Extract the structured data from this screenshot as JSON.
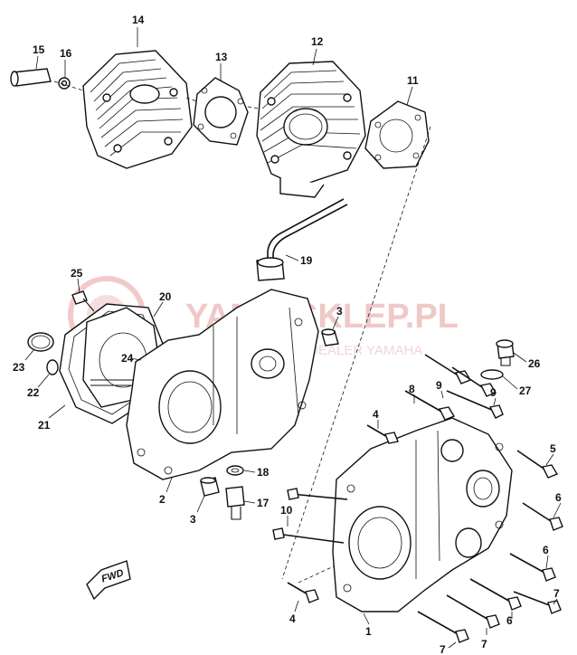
{
  "diagram": {
    "watermark": {
      "title": "YAMA-SKLEP.PL",
      "subtitle": "AUTORYZOWANY DEALER YAMAHA"
    },
    "direction_label": "FWD",
    "callouts": [
      {
        "id": "c14",
        "label": "14"
      },
      {
        "id": "c15",
        "label": "15"
      },
      {
        "id": "c16",
        "label": "16"
      },
      {
        "id": "c13",
        "label": "13"
      },
      {
        "id": "c12",
        "label": "12"
      },
      {
        "id": "c11",
        "label": "11"
      },
      {
        "id": "c19",
        "label": "19"
      },
      {
        "id": "c25",
        "label": "25"
      },
      {
        "id": "c20",
        "label": "20"
      },
      {
        "id": "c3a",
        "label": "3"
      },
      {
        "id": "c23",
        "label": "23"
      },
      {
        "id": "c24",
        "label": "24"
      },
      {
        "id": "c22",
        "label": "22"
      },
      {
        "id": "c21",
        "label": "21"
      },
      {
        "id": "c26",
        "label": "26"
      },
      {
        "id": "c27",
        "label": "27"
      },
      {
        "id": "c9a",
        "label": "9"
      },
      {
        "id": "c9b",
        "label": "9"
      },
      {
        "id": "c8",
        "label": "8"
      },
      {
        "id": "c4a",
        "label": "4"
      },
      {
        "id": "c2",
        "label": "2"
      },
      {
        "id": "c18",
        "label": "18"
      },
      {
        "id": "c3b",
        "label": "3"
      },
      {
        "id": "c17",
        "label": "17"
      },
      {
        "id": "c5",
        "label": "5"
      },
      {
        "id": "c10",
        "label": "10"
      },
      {
        "id": "c6a",
        "label": "6"
      },
      {
        "id": "c6b",
        "label": "6"
      },
      {
        "id": "c7a",
        "label": "7"
      },
      {
        "id": "c6c",
        "label": "6"
      },
      {
        "id": "c4b",
        "label": "4"
      },
      {
        "id": "c1",
        "label": "1"
      },
      {
        "id": "c7b",
        "label": "7"
      },
      {
        "id": "c7c",
        "label": "7"
      }
    ]
  }
}
